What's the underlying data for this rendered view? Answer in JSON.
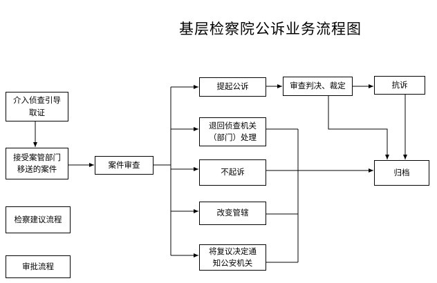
{
  "title": "基层检察院公诉业务流程图",
  "nodes": {
    "intervene": "介入侦查引导\n取证",
    "accept": "接受案管部门\n移送的案件",
    "review": "案件审查",
    "suggest": "检察建议流程",
    "approve": "审批流程",
    "prosecute": "提起公诉",
    "return_investigation": "退回侦查机关\n（部门）处理",
    "not_prosecute": "不起诉",
    "change_jurisdiction": "改变管辖",
    "notify_police": "将复议决定通\n知公安机关",
    "judgment": "审查判决、裁定",
    "protest": "抗诉",
    "archive": "归档"
  }
}
